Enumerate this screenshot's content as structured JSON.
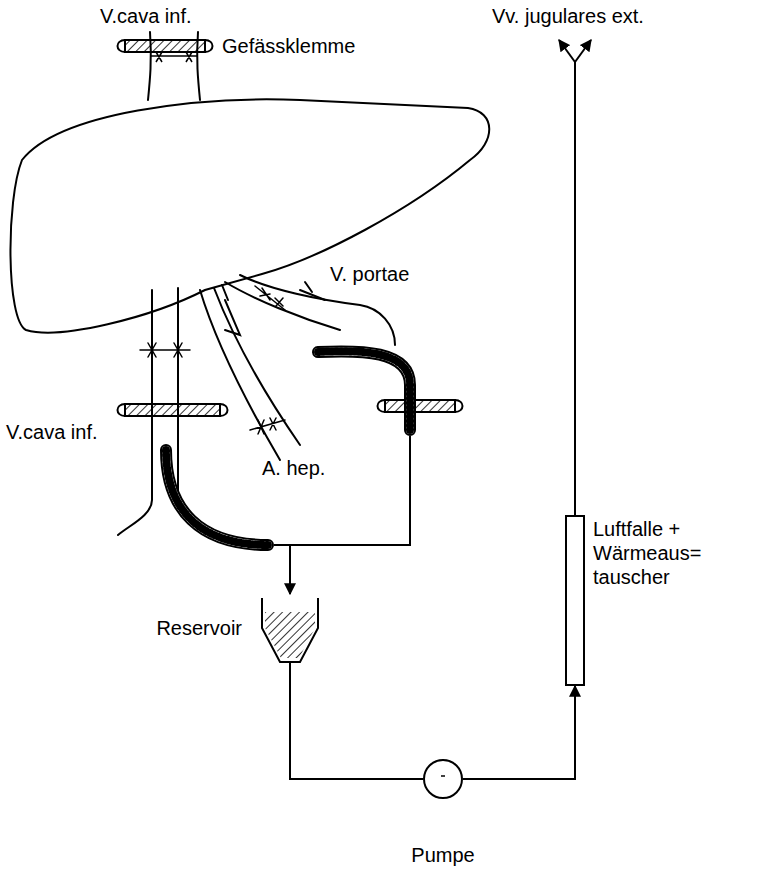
{
  "diagram": {
    "nodes": [
      {
        "text": [
          "Reservoir"
        ]
      },
      {
        "text": [
          "Pumpe"
        ]
      },
      {
        "text": [
          "Luftfalle + Wärmeaus= tauscher"
        ]
      }
    ],
    "edges": [
      {
        "from": 0,
        "to": 1,
        "arrow": "none"
      },
      {
        "from": 1,
        "to": 2,
        "arrow": "to"
      }
    ],
    "labels": [
      "V.cava inf.",
      "Vv. jugulares ext.",
      "Gefässklemme",
      "V. portae",
      "V.cava inf.",
      "A. hep."
    ]
  }
}
